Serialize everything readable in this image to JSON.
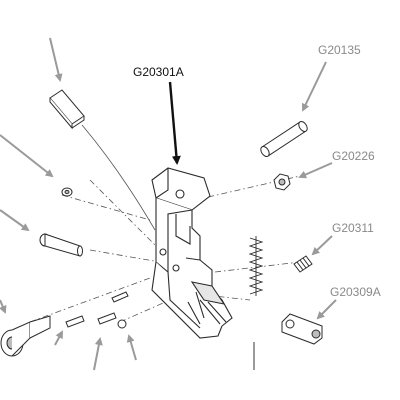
{
  "diagram": {
    "callouts": [
      {
        "id": "main",
        "text": "G20301A",
        "color": "#111111"
      },
      {
        "id": "pin",
        "text": "G20135",
        "color": "#8a8a8a"
      },
      {
        "id": "nut",
        "text": "G20226",
        "color": "#8a8a8a"
      },
      {
        "id": "screw",
        "text": "G20311",
        "color": "#8a8a8a"
      },
      {
        "id": "link",
        "text": "G20309A",
        "color": "#8a8a8a"
      }
    ]
  },
  "colors": {
    "line": "#2b2b2b",
    "leader": "#9a9a9a",
    "main_arrow": "#111111",
    "shade": "#bdbdbd"
  }
}
